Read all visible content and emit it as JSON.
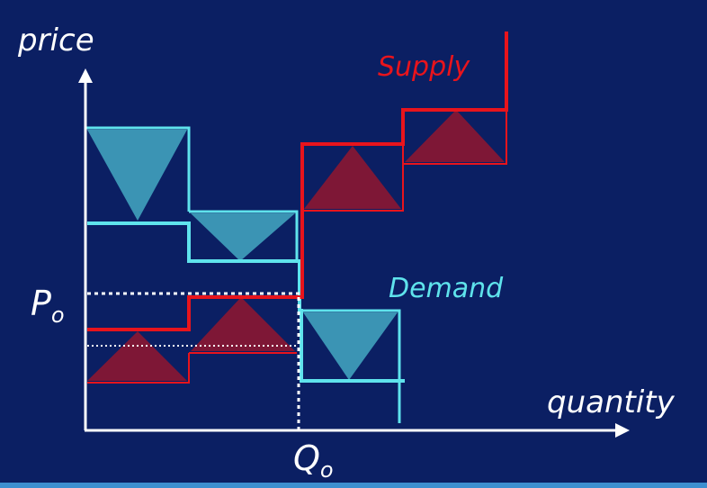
{
  "labels": {
    "y_axis": "price",
    "x_axis": "quantity",
    "supply": "Supply",
    "demand": "Demand",
    "price_marker_main": "P",
    "price_marker_sub": "o",
    "quantity_marker_main": "Q",
    "quantity_marker_sub": "o"
  },
  "colors": {
    "background": "#0b1f63",
    "axis": "#ffffff",
    "supply": "#e8141c",
    "demand": "#5fe3ec",
    "supply_triangle": "#7e1736",
    "demand_triangle": "#3b94b4",
    "guide": "#ffffff",
    "bottom_rule": "#3d8fd0"
  }
}
